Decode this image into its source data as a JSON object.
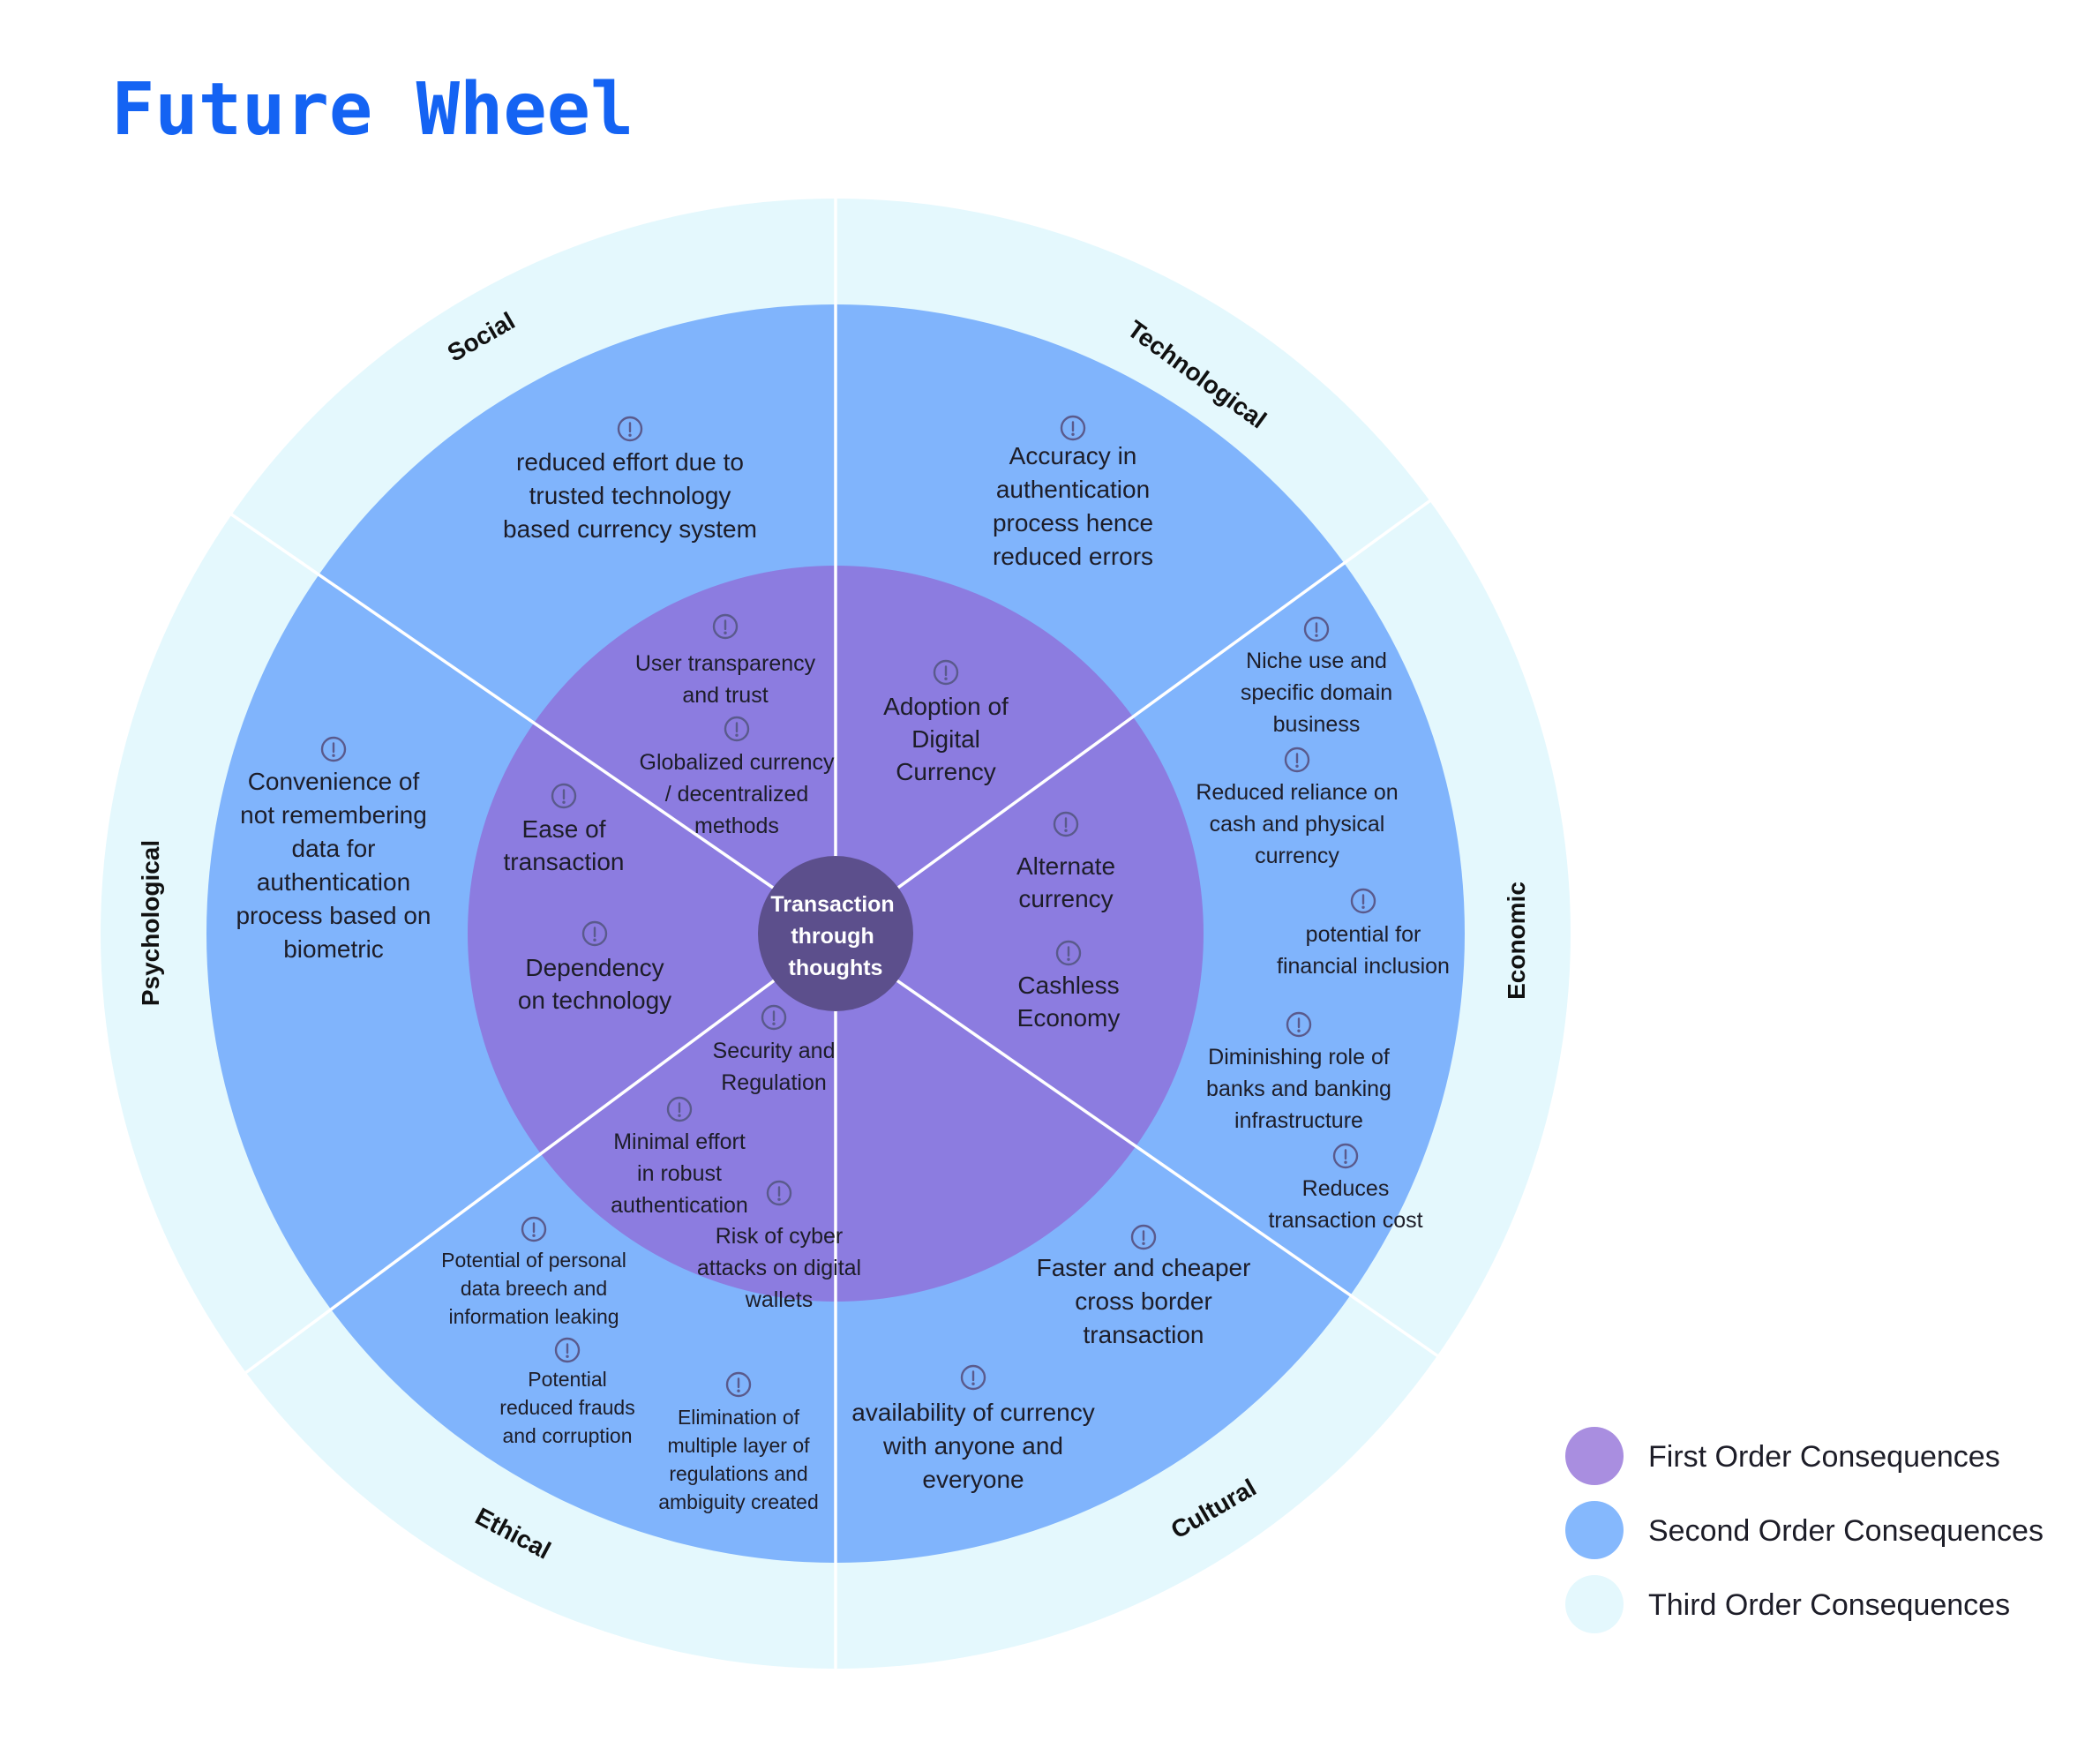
{
  "title": "Future Wheel",
  "center": {
    "lines": [
      "Transaction",
      "through",
      "thoughts"
    ]
  },
  "categories": {
    "social": "Social",
    "technological": "Technological",
    "economic": "Economic",
    "cultural": "Cultural",
    "ethical": "Ethical",
    "psychological": "Psychological"
  },
  "first_order": [
    {
      "id": "user-transparency",
      "lines": [
        "User transparency",
        "and trust"
      ]
    },
    {
      "id": "globalized-currency",
      "lines": [
        "Globalized currency",
        "/ decentralized",
        "methods"
      ]
    },
    {
      "id": "adoption-digital-currency",
      "lines": [
        "Adoption of",
        "Digital",
        "Currency"
      ]
    },
    {
      "id": "alternate-currency",
      "lines": [
        "Alternate",
        "currency"
      ]
    },
    {
      "id": "cashless-economy",
      "lines": [
        "Cashless",
        "Economy"
      ]
    },
    {
      "id": "ease-of-transaction",
      "lines": [
        "Ease of",
        "transaction"
      ]
    },
    {
      "id": "dependency-on-technology",
      "lines": [
        "Dependency",
        "on technology"
      ]
    },
    {
      "id": "security-regulation",
      "lines": [
        "Security and",
        "Regulation"
      ]
    },
    {
      "id": "minimal-effort",
      "lines": [
        "Minimal effort",
        "in robust",
        "authentication"
      ]
    },
    {
      "id": "risk-cyber-attacks",
      "lines": [
        "Risk of cyber",
        "attacks on digital",
        "wallets"
      ]
    }
  ],
  "second_order": [
    {
      "id": "reduced-effort",
      "lines": [
        "reduced effort due to",
        "trusted technology",
        "based currency system"
      ]
    },
    {
      "id": "accuracy-authentication",
      "lines": [
        "Accuracy in",
        "authentication",
        "process hence",
        "reduced errors"
      ]
    },
    {
      "id": "niche-use",
      "lines": [
        "Niche use and",
        "specific domain",
        "business"
      ]
    },
    {
      "id": "reduced-reliance-cash",
      "lines": [
        "Reduced reliance on",
        "cash and  physical",
        "currency"
      ]
    },
    {
      "id": "financial-inclusion",
      "lines": [
        "potential for",
        "financial inclusion"
      ]
    },
    {
      "id": "diminishing-banks",
      "lines": [
        "Diminishing role of",
        "banks and banking",
        "infrastructure"
      ]
    },
    {
      "id": "reduces-transaction-cost",
      "lines": [
        "Reduces",
        "transaction cost"
      ]
    },
    {
      "id": "faster-cross-border",
      "lines": [
        "Faster and cheaper",
        "cross border",
        "transaction"
      ]
    },
    {
      "id": "availability-currency",
      "lines": [
        "availability of currency",
        "with anyone and",
        "everyone"
      ]
    },
    {
      "id": "data-breech",
      "lines": [
        "Potential of personal",
        "data breech and",
        "information leaking"
      ]
    },
    {
      "id": "reduced-frauds",
      "lines": [
        "Potential",
        "reduced frauds",
        "and corruption"
      ]
    },
    {
      "id": "elimination-regulations",
      "lines": [
        "Elimination of",
        "multiple layer of",
        "regulations and",
        "ambiguity created"
      ]
    },
    {
      "id": "convenience-biometric",
      "lines": [
        "Convenience of",
        "not remembering",
        "data for",
        "authentication",
        "process based on",
        "biometric"
      ]
    }
  ],
  "legend": [
    {
      "label": "First Order Consequences",
      "color": "#a98ee0"
    },
    {
      "label": "Second Order Consequences",
      "color": "#85b8fd"
    },
    {
      "label": "Third Order Consequences",
      "color": "#e4f8fd"
    }
  ],
  "colors": {
    "title": "#1463f3",
    "outer_ring": "#e4f8fd",
    "middle_ring": "#80b4fc",
    "inner_ring": "#8c7ce0",
    "center": "#5c4f8c",
    "divider": "#ffffff",
    "icon": "#5a5a8c"
  },
  "icon_name": "exclamation-circle-icon"
}
